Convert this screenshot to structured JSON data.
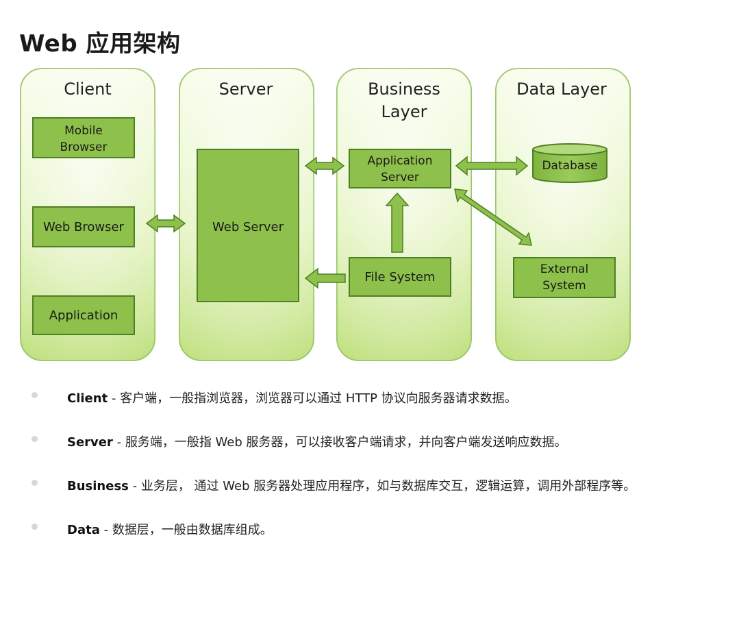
{
  "title": "Web 应用架构",
  "colors": {
    "column_fill_light": "#f7fde9",
    "column_fill_dark": "#bfe07e",
    "column_stroke": "#9cc76a",
    "box_fill": "#8dc14b",
    "box_stroke": "#4f7f25",
    "arrow_fill": "#8dc14b",
    "arrow_stroke": "#4f7f25",
    "bullet_dot": "#d7d7d7"
  },
  "diagram": {
    "columns": [
      {
        "id": "client",
        "title_lines": [
          "Client"
        ]
      },
      {
        "id": "server",
        "title_lines": [
          "Server"
        ]
      },
      {
        "id": "business",
        "title_lines": [
          "Business",
          "Layer"
        ]
      },
      {
        "id": "data",
        "title_lines": [
          "Data Layer"
        ]
      }
    ],
    "boxes": {
      "mobile_browser": [
        "Mobile",
        "Browser"
      ],
      "web_browser": [
        "Web Browser"
      ],
      "application": [
        "Application"
      ],
      "web_server": [
        "Web Server"
      ],
      "application_server": [
        "Application",
        "Server"
      ],
      "file_system": [
        "File System"
      ],
      "database": [
        "Database"
      ],
      "external_system": [
        "External",
        "System"
      ]
    }
  },
  "bullets": [
    {
      "term": "Client",
      "sep": " - ",
      "desc": "客户端，一般指浏览器，浏览器可以通过 HTTP 协议向服务器请求数据。"
    },
    {
      "term": "Server",
      "sep": " - ",
      "desc": "服务端，一般指 Web 服务器，可以接收客户端请求，并向客户端发送响应数据。"
    },
    {
      "term": "Business",
      "sep": " - ",
      "desc": "业务层， 通过 Web 服务器处理应用程序，如与数据库交互，逻辑运算，调用外部程序等。"
    },
    {
      "term": "Data",
      "sep": " - ",
      "desc": "数据层，一般由数据库组成。"
    }
  ]
}
